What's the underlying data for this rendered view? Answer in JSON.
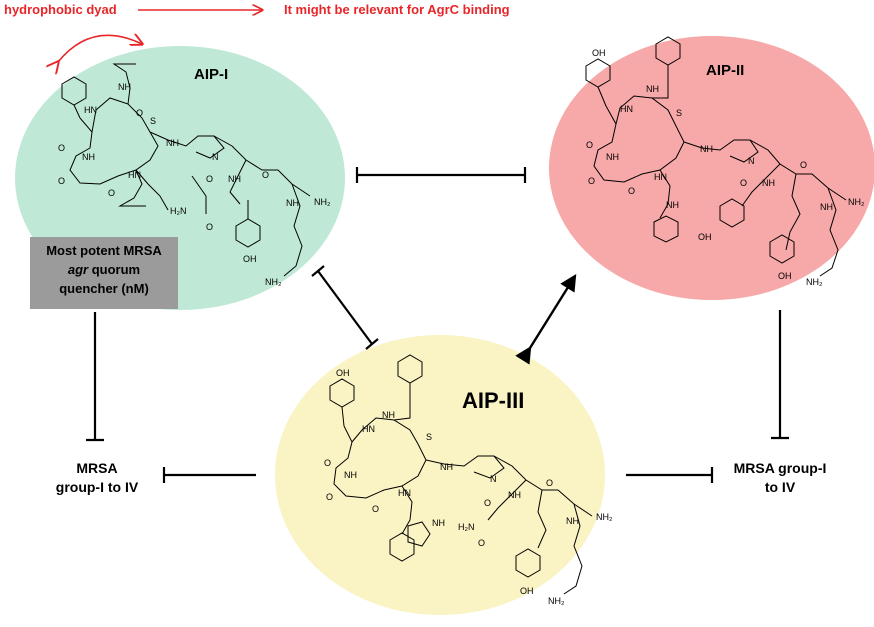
{
  "header": {
    "left_note": "hydrophobic dyad",
    "right_note": "It might be relevant for AgrC binding"
  },
  "nodes": {
    "aip1": {
      "label": "AIP-I",
      "color": "#bfe9d6"
    },
    "aip2": {
      "label": "AIP-II",
      "color": "#f7a8a8"
    },
    "aip3": {
      "label": "AIP-III",
      "color": "#faf3c4"
    }
  },
  "callout": {
    "line1": "Most potent MRSA",
    "line2_italic": "agr",
    "line2_rest": " quorum",
    "line3": "quencher (nM)"
  },
  "targets": {
    "left": {
      "line1": "MRSA",
      "line2": "group-I to IV"
    },
    "right": {
      "line1": "MRSA group-I",
      "line2": "to IV"
    }
  },
  "atom_labels": {
    "NH": "NH",
    "HN": "HN",
    "O": "O",
    "S": "S",
    "N": "N",
    "NH2": "NH₂",
    "H2N": "H₂N",
    "OH": "OH"
  }
}
